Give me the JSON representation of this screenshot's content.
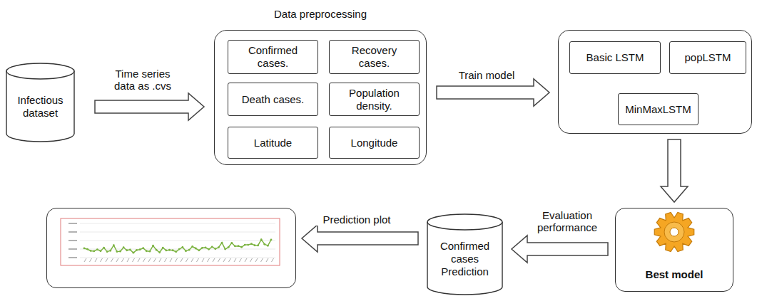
{
  "diagram": {
    "nodes": [
      {
        "text": [
          "Infectious dataset"
        ]
      },
      {
        "text": [
          "Data preprocessing"
        ]
      },
      {
        "text": [
          "Confirmed cases."
        ],
        "in": 1
      },
      {
        "text": [
          "Recovery cases."
        ],
        "in": 1
      },
      {
        "text": [
          "Death cases."
        ],
        "in": 1
      },
      {
        "text": [
          "Population density."
        ],
        "in": 1
      },
      {
        "text": [
          "Latitude"
        ],
        "in": 1
      },
      {
        "text": [
          "Longitude"
        ],
        "in": 1
      },
      {
        "text": []
      },
      {
        "text": [
          "Basic LSTM"
        ],
        "in": 8
      },
      {
        "text": [
          "popLSTM"
        ],
        "in": 8
      },
      {
        "text": [
          "MinMaxLSTM"
        ],
        "in": 8
      },
      {
        "text": [
          "Best model"
        ]
      },
      {
        "text": [
          "Confirmed cases Prediction"
        ]
      },
      {
        "text": []
      }
    ],
    "edges": [
      {
        "from": 0,
        "to": 1,
        "label": "Time series data as .cvs",
        "arrow": "to"
      },
      {
        "from": 1,
        "to": 8,
        "label": "Train model",
        "arrow": "to"
      },
      {
        "from": 8,
        "to": 12,
        "arrow": "to"
      },
      {
        "from": 12,
        "to": 13,
        "label": "Evaluation performance",
        "arrow": "to"
      },
      {
        "from": 13,
        "to": 14,
        "label": "Prediction plot",
        "arrow": "to"
      }
    ]
  }
}
